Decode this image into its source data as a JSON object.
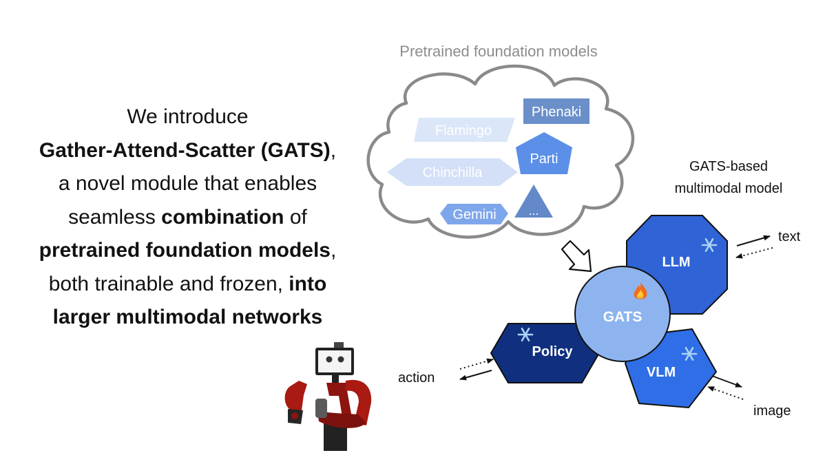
{
  "intro": {
    "l1": "We introduce",
    "l2b": "Gather-Attend-Scatter (GATS)",
    "l2t": ",",
    "l3": "a novel module that enables",
    "l4a": "seamless ",
    "l4b": "combination",
    "l4c": " of",
    "l5b": "pretrained foundation models",
    "l5t": ",",
    "l6a": "both trainable and frozen, ",
    "l6b": "into",
    "l7b": "larger multimodal networks"
  },
  "cloud": {
    "title": "Pretrained foundation models",
    "models": {
      "flamingo": "Flamingo",
      "phenaki": "Phenaki",
      "chinchilla": "Chinchilla",
      "parti": "Parti",
      "gemini": "Gemini",
      "more": "..."
    }
  },
  "gats_model": {
    "title_line1": "GATS-based",
    "title_line2": "multimodal model",
    "modules": {
      "llm": "LLM",
      "gats": "GATS",
      "policy": "Policy",
      "vlm": "VLM"
    },
    "io": {
      "text": "text",
      "image": "image",
      "action": "action"
    }
  },
  "colors": {
    "cloud_outline": "#8a8a8a",
    "title_gray": "#8c8c8c",
    "llm": "#2f63d6",
    "gats": "#8eb4ef",
    "policy": "#10307f",
    "vlm": "#2f6ee6",
    "frozen_icon": "#a9d4f5",
    "trainable_icon": "#f26a1c"
  },
  "icons": {
    "frozen": "snowflake-icon",
    "trainable": "flame-icon",
    "robot": "robot-arm-illustration"
  }
}
